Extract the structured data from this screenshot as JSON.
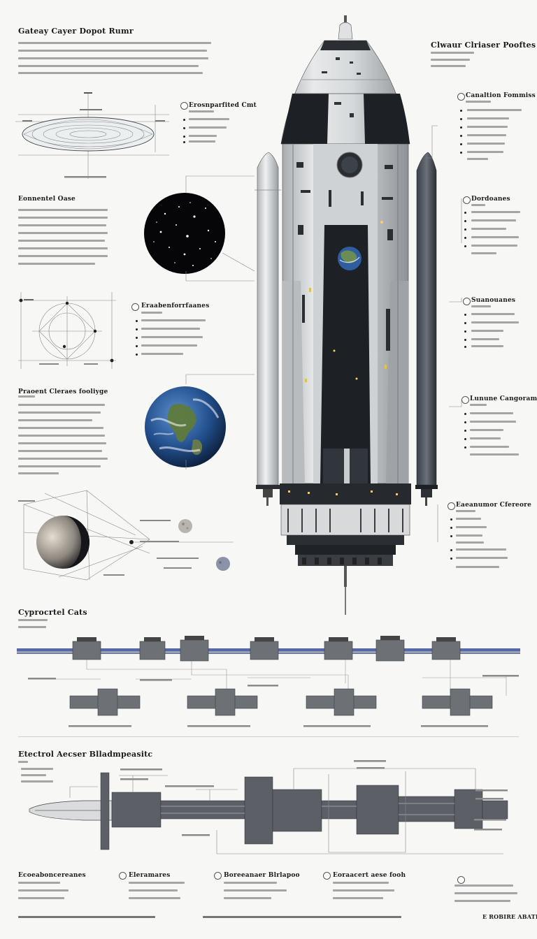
{
  "header": {
    "title": "Gateay Cayer Dopot Rumr",
    "right_title": "Clwaur Clriaser Pooftes"
  },
  "sections": {
    "left_1": "Eonnentel Oase",
    "left_2": "Praoent Cleraes fooliyge",
    "mid_1": "Erosnparfited Cmt",
    "mid_2": "Eraabenforrfaanes",
    "right_1": "Canaltion Fommiss",
    "right_2": "Dordoanes",
    "right_3": "Suanouanes",
    "right_4": "Lunune Cangorames",
    "right_5": "Eaeanumor Cfereore",
    "band_1": "Cyprocrtel Cats",
    "band_2": "Etectrol Aecser Blladmpeasitc"
  },
  "footer": {
    "col_1": "Ecoeaboncereanes",
    "col_2": "Eleramares",
    "col_3": "Boreeanaer Blrlapoo",
    "col_4": "Eoraacert aese fooh",
    "badge": "E ROBIRE ABATI"
  },
  "colors": {
    "ink": "#1b1b1b",
    "hull": "#d9dbdc",
    "hull_dark": "#1d2024",
    "earth_blue": "#2f5f9a",
    "earth_green": "#5f7a3d",
    "space": "#060608",
    "accent_blue": "#3b4f9a"
  },
  "icons": [
    "ring-icon",
    "bullet-icon",
    "planet-icon",
    "moon-icon",
    "stars-icon",
    "rocket-icon"
  ]
}
